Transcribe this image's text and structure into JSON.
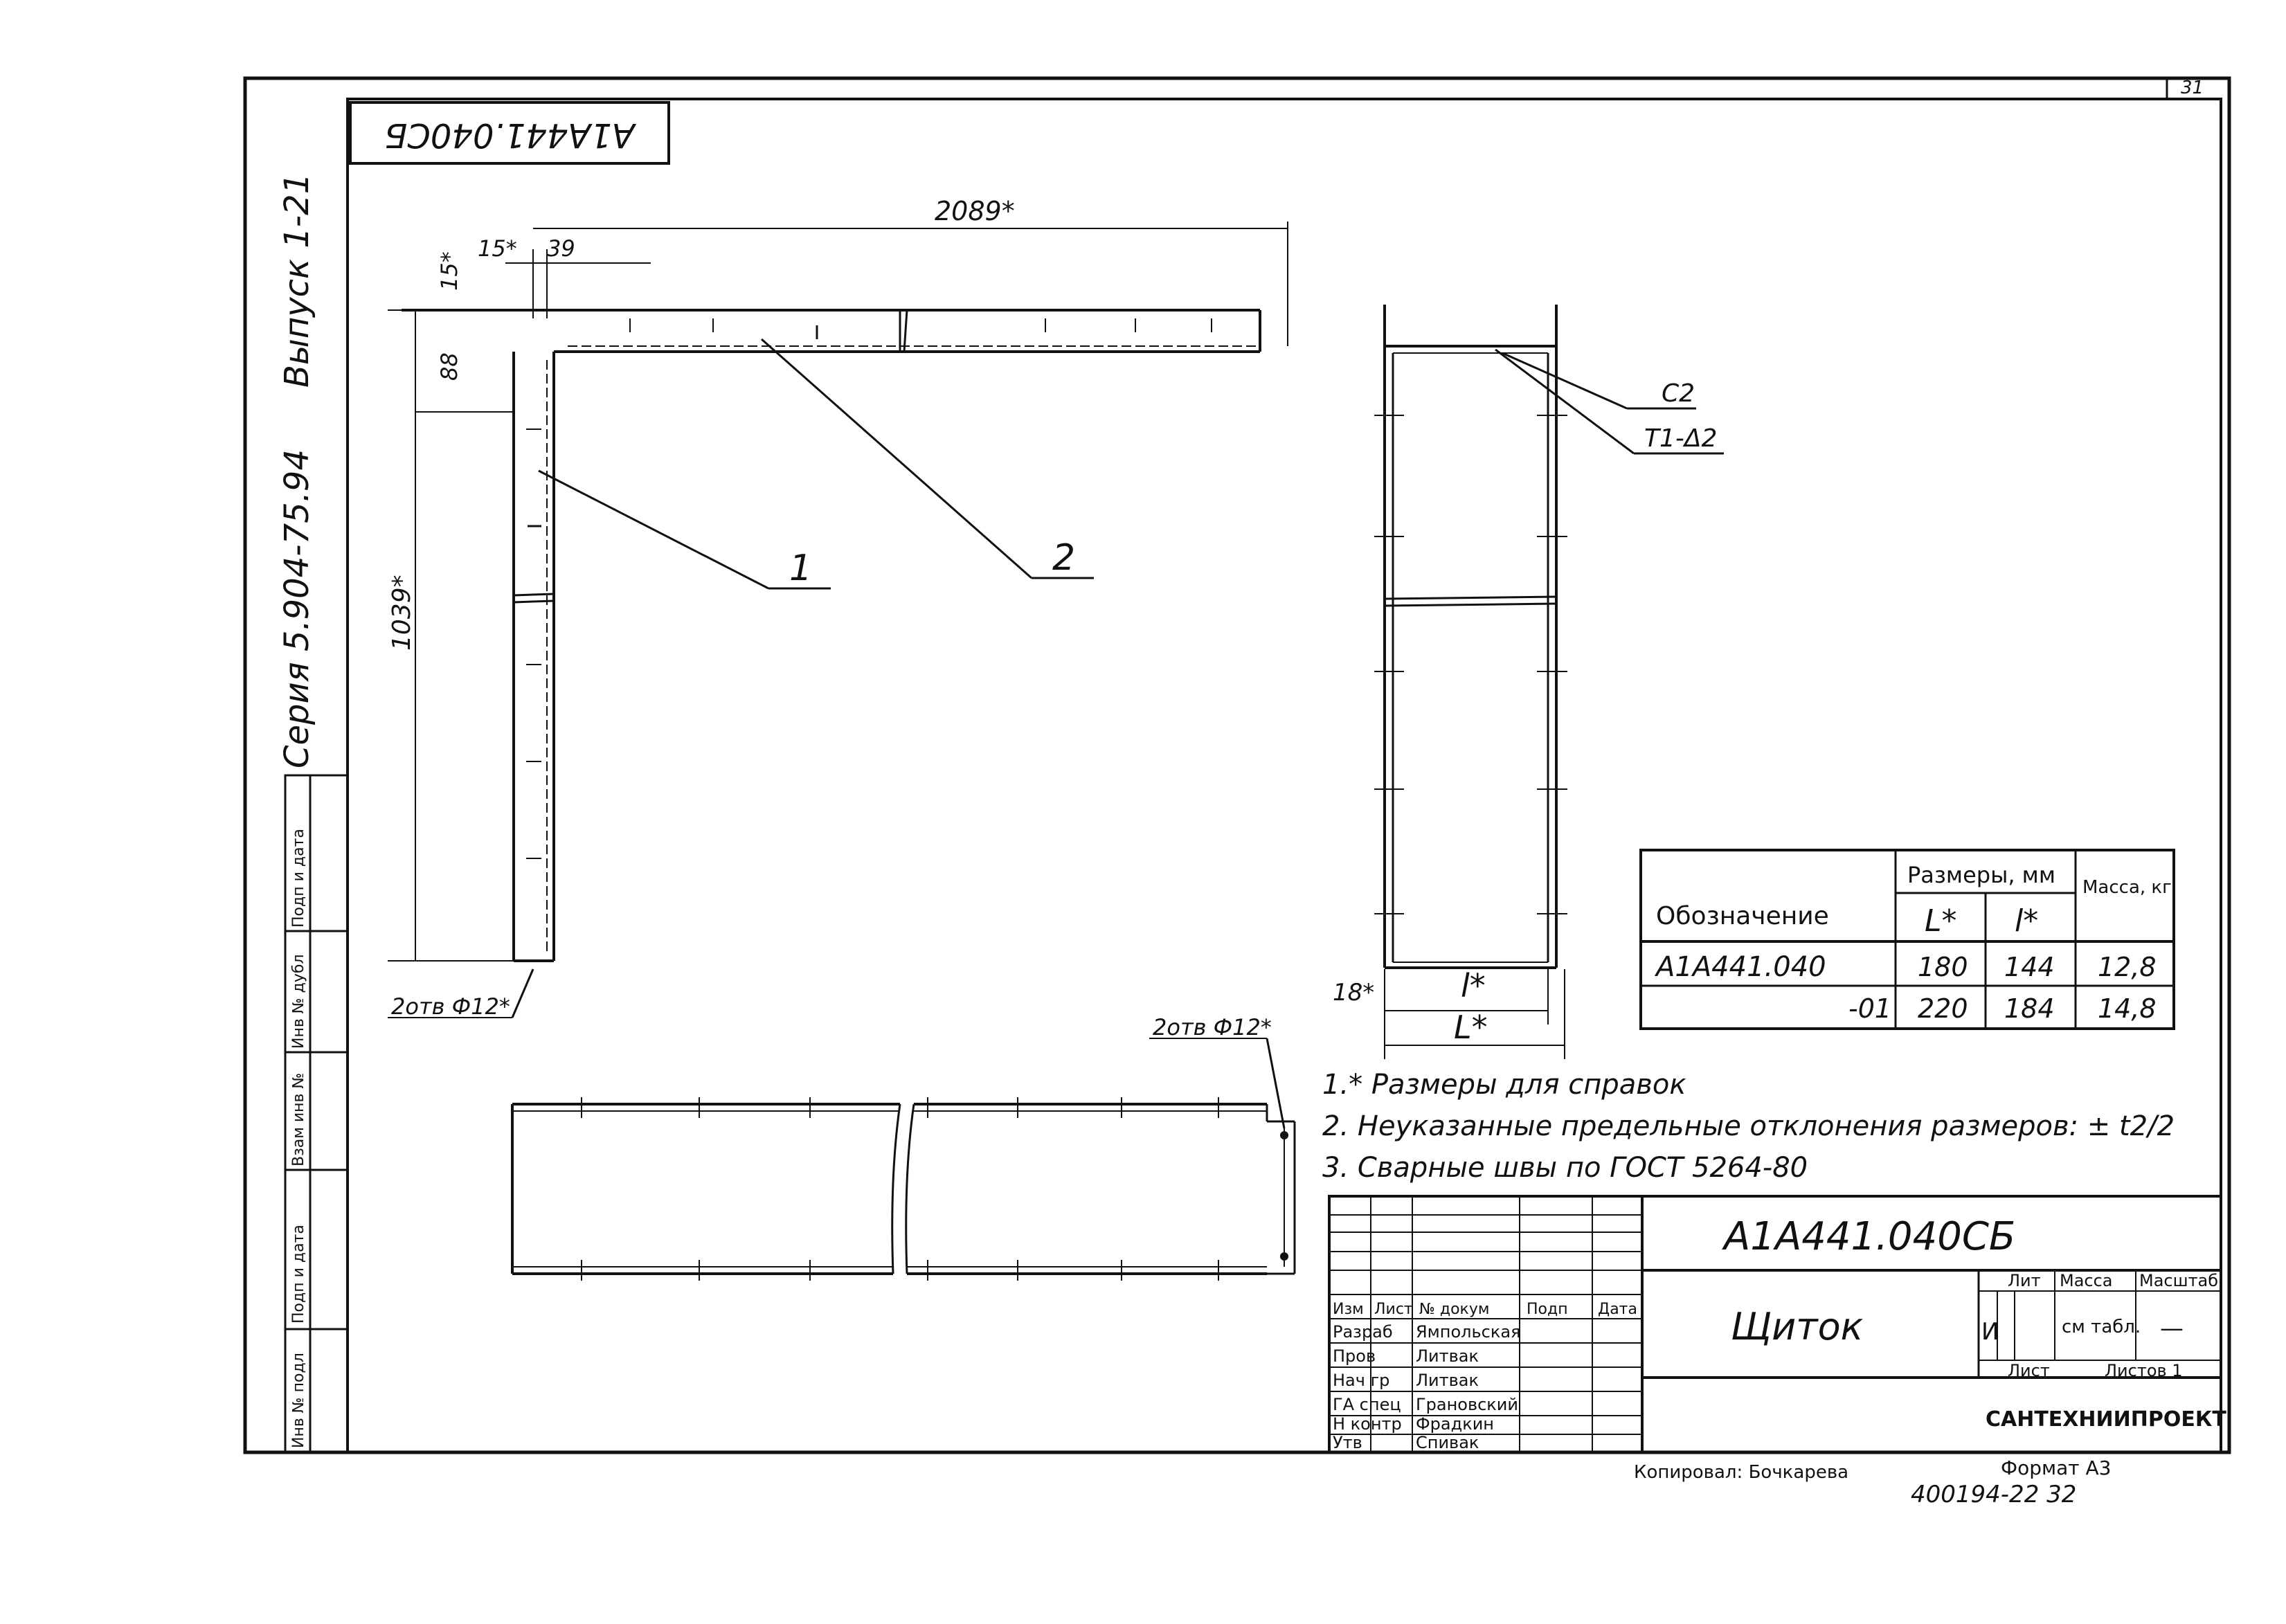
{
  "sheet_number": "31",
  "stamp_code": "А1А441.040СБ",
  "series": "Серия 5.904-75.94",
  "issue": "Выпуск 1-21",
  "left_strip": [
    "Подп и дата",
    "Инв № дубл",
    "Взам инв №",
    "Подп и дата",
    "Инв № подл"
  ],
  "dims": {
    "d2089": "2089*",
    "d15a": "15*",
    "d39": "39",
    "d15b": "15*",
    "d88": "88",
    "d1039": "1039*",
    "d18": "18*",
    "dl1": "l*",
    "dl2": "L*"
  },
  "holes_left": "2отв Ф12*",
  "holes_right": "2отв Ф12*",
  "callouts": {
    "c1": "1",
    "c2": "2",
    "weld1": "С2",
    "weld2": "Т1-Δ2"
  },
  "table": {
    "col_designation": "Обозначение",
    "col_sizes": "Размеры, мм",
    "col_L": "L*",
    "col_l": "l*",
    "col_mass": "Масса, кг",
    "rows": [
      {
        "designation": "А1А441.040",
        "L": "180",
        "l": "144",
        "mass": "12,8"
      },
      {
        "designation": "-01",
        "L": "220",
        "l": "184",
        "mass": "14,8"
      }
    ]
  },
  "notes": [
    "1.* Размеры для справок",
    "2. Неуказанные предельные отклонения размеров: ± t2/2",
    "3. Сварные швы по ГОСТ 5264-80"
  ],
  "title_block": {
    "doc_code": "А1А441.040СБ",
    "name": "Щиток",
    "lit_label": "Лит",
    "lit_value": "И",
    "mass_label": "Масса",
    "mass_value": "см табл.",
    "scale_label": "Масштаб",
    "scale_value": "—",
    "sheet_label": "Лист",
    "sheets_label": "Листов 1",
    "org": "САНТЕХНИИПРОЕКТ",
    "header": [
      "Изм",
      "Лист",
      "№ докум",
      "Подп",
      "Дата"
    ],
    "roles": [
      {
        "role": "Разраб",
        "name": "Ямпольская"
      },
      {
        "role": "Пров",
        "name": "Литвак"
      },
      {
        "role": "Нач гр",
        "name": "Литвак"
      },
      {
        "role": "ГА спец",
        "name": "Грановский"
      },
      {
        "role": "Н контр",
        "name": "Фрадкин"
      },
      {
        "role": "Утв",
        "name": "Спивак"
      }
    ]
  },
  "copied": "Копировал: Бочкарева",
  "format": "Формат А3",
  "footer_code": "400194-22 32"
}
